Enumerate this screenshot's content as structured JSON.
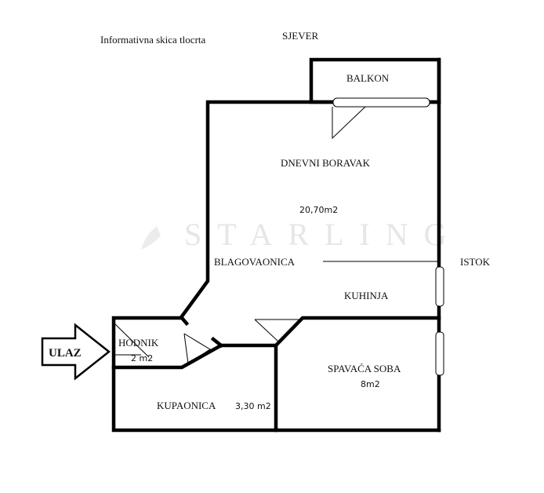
{
  "title": "Informativna skica tlocrta",
  "compass": {
    "north": "SJEVER",
    "east": "ISTOK"
  },
  "watermark": "STARLING",
  "entrance": "ULAZ",
  "rooms": {
    "balkon": "BALKON",
    "dnevni_boravak": "DNEVNI BORAVAK",
    "dnevni_area": "20,70m2",
    "blagovaonica": "BLAGOVAONICA",
    "kuhinja": "KUHINJA",
    "hodnik": "HODNIK",
    "hodnik_area": "2 m2",
    "kupaonica": "KUPAONICA",
    "kupaonica_area": "3,30 m2",
    "spavaca": "SPAVAĆA SOBA",
    "spavaca_area": "8m2"
  }
}
